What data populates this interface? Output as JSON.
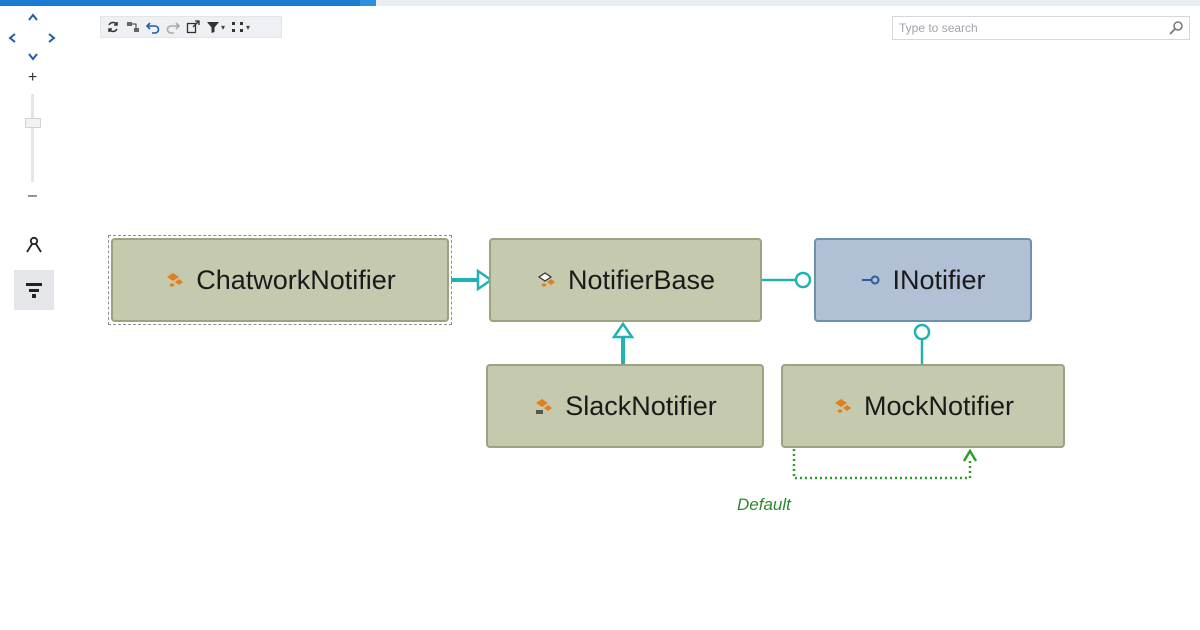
{
  "toolbar": {
    "buttons": [
      "refresh-icon",
      "arrange-icon",
      "undo-icon",
      "redo-icon",
      "export-icon",
      "filter-icon",
      "layout-icon"
    ]
  },
  "search": {
    "placeholder": "Type to search",
    "value": ""
  },
  "navigation": {
    "zoom_in_label": "+",
    "zoom_out_label": "–"
  },
  "diagram": {
    "nodes": [
      {
        "id": "chatwork",
        "label": "ChatworkNotifier",
        "kind": "class",
        "selected": true
      },
      {
        "id": "notifierbase",
        "label": "NotifierBase",
        "kind": "class"
      },
      {
        "id": "inotifier",
        "label": "INotifier",
        "kind": "interface"
      },
      {
        "id": "slack",
        "label": "SlackNotifier",
        "kind": "class"
      },
      {
        "id": "mock",
        "label": "MockNotifier",
        "kind": "class"
      }
    ],
    "edges": [
      {
        "from": "ChatworkNotifier",
        "to": "NotifierBase",
        "type": "inheritance"
      },
      {
        "from": "SlackNotifier",
        "to": "NotifierBase",
        "type": "inheritance"
      },
      {
        "from": "NotifierBase",
        "to": "INotifier",
        "type": "implements"
      },
      {
        "from": "MockNotifier",
        "to": "INotifier",
        "type": "implements"
      },
      {
        "from": "MockNotifier",
        "to": "MockNotifier",
        "type": "dependency",
        "label": "Default"
      }
    ]
  },
  "colors": {
    "class_fill": "#c5c9ae",
    "class_border": "#9ca37f",
    "interface_fill": "#b1c0d4",
    "interface_border": "#6d8fb4",
    "edge": "#1fb3b3",
    "dependency": "#2aa02a",
    "accent": "#1c7ad1"
  }
}
